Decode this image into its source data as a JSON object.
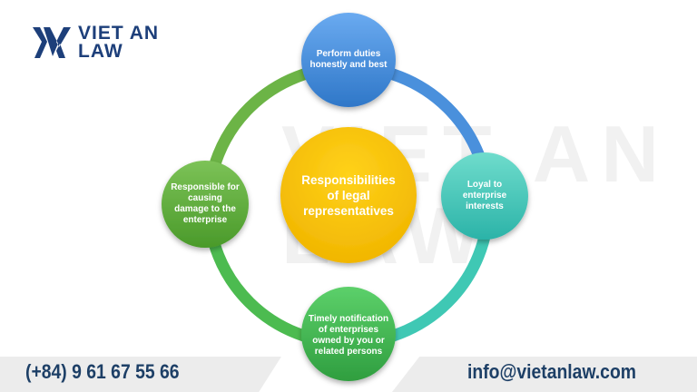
{
  "logo": {
    "line1": "VIET AN",
    "line2": "LAW"
  },
  "diagram": {
    "center": "Responsibilities of legal representatives",
    "top": "Perform duties honestly and best",
    "right": "Loyal to enterprise interests",
    "bottom": "Timely notification of enterprises owned by you or related persons",
    "left": "Responsible for causing damage to the enterprise"
  },
  "footer": {
    "phone": "(+84) 9 61 67 55 66",
    "email": "info@vietanlaw.com"
  },
  "colors": {
    "brand": "#1d3f7a",
    "top": "#4a8fd8",
    "right": "#3fc6b8",
    "bottom": "#3db04f",
    "left": "#5aa83a",
    "center": "#f5c000"
  }
}
